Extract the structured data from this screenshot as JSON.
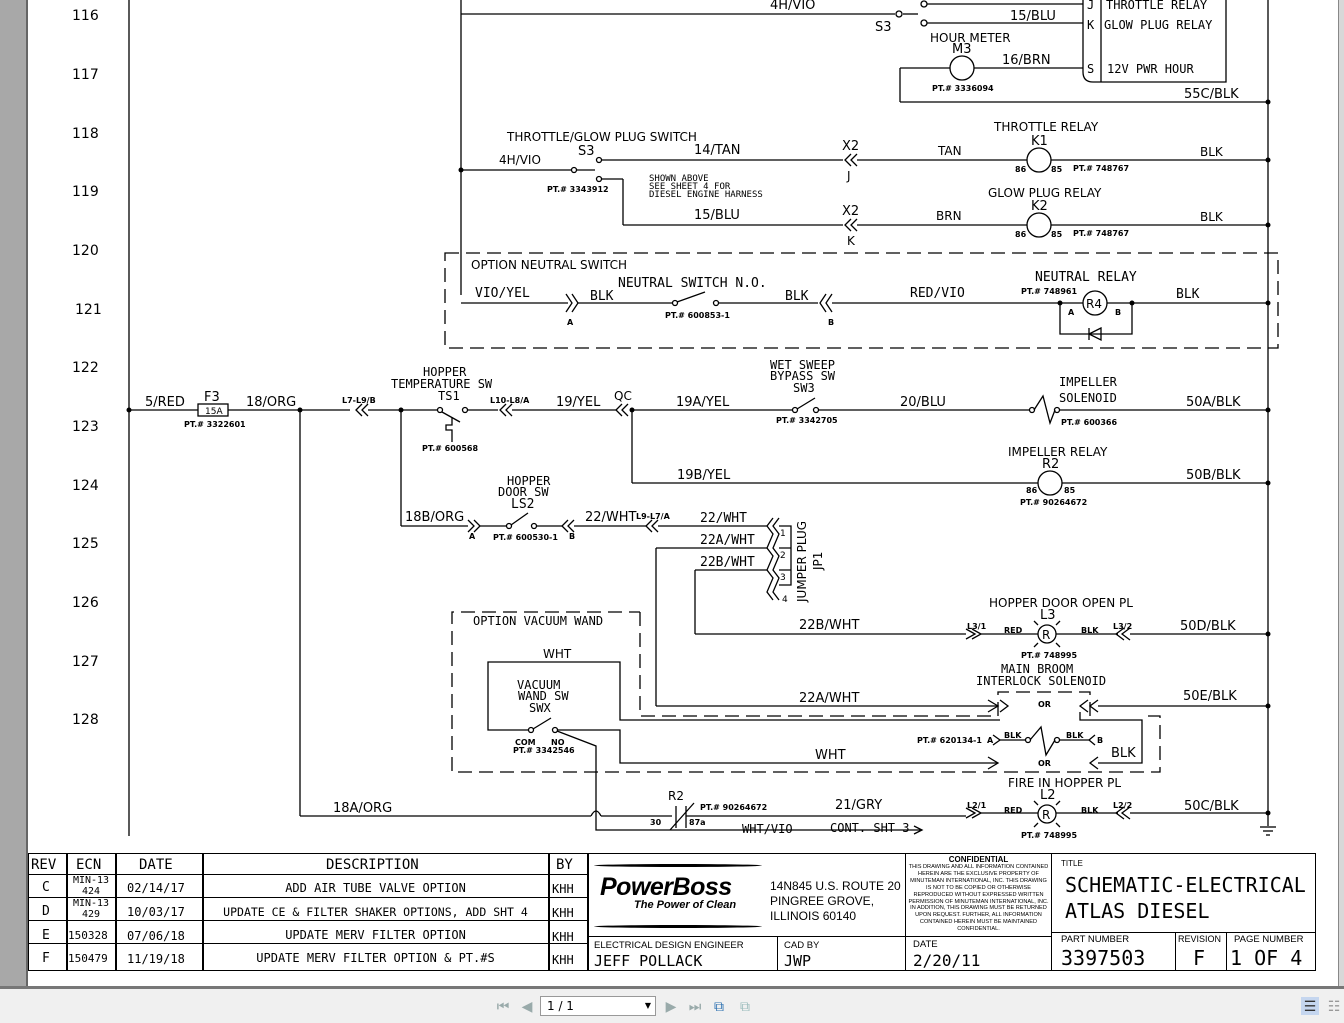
{
  "rows": [
    "116",
    "117",
    "118",
    "119",
    "120",
    "121",
    "122",
    "123",
    "124",
    "125",
    "126",
    "127",
    "128"
  ],
  "top": {
    "wire_4h_vio": "4H/VIO",
    "s3_label": "S3",
    "wire_15_blu": "15/BLU",
    "hour_meter": "HOUR METER",
    "m3": "M3",
    "wire_16_brn": "16/BRN",
    "m3_pt": "PT.# 3336094",
    "wire_55c_blk": "55C/BLK",
    "conn_pins": [
      {
        "pin": "J",
        "label": "THROTTLE RELAY"
      },
      {
        "pin": "K",
        "label": "GLOW PLUG RELAY"
      },
      {
        "pin": "S",
        "label": "12V PWR HOUR"
      }
    ]
  },
  "throttle": {
    "switch_title": "THROTTLE/GLOW PLUG SWITCH",
    "s3": "S3",
    "wire_in": "4H/VIO",
    "pt": "PT.# 3343912",
    "wire_14": "14/TAN",
    "wire_15": "15/BLU",
    "note": [
      "SHOWN ABOVE",
      "SEE SHEET 4 FOR",
      "DIESEL ENGINE HARNESS"
    ],
    "x2": "X2",
    "pin_j": "J",
    "pin_k": "K",
    "k1_title": "THROTTLE RELAY",
    "k1": "K1",
    "tan": "TAN",
    "brn": "BRN",
    "k2_title": "GLOW PLUG RELAY",
    "k2": "K2",
    "pin86": "86",
    "pin85": "85",
    "k_pt": "PT.# 748767",
    "blk": "BLK"
  },
  "neutral": {
    "box_title": "OPTION NEUTRAL SWITCH",
    "vio_yel": "VIO/YEL",
    "blk": "BLK",
    "switch": "NEUTRAL SWITCH N.O.",
    "pt": "PT.# 600853-1",
    "a": "A",
    "b": "B",
    "red_vio": "RED/VIO",
    "relay": "NEUTRAL RELAY",
    "relay_pt": "PT.# 748961",
    "r4": "R4"
  },
  "hopper": {
    "wire_5red": "5/RED",
    "f3": "F3",
    "fuse_rating": "15A",
    "fuse_pt": "PT.# 3322601",
    "wire_18org": "18/ORG",
    "l7l9b": "L7-L9/B",
    "ts_title": [
      "HOPPER",
      "TEMPERATURE SW"
    ],
    "ts1": "TS1",
    "ts_pt": "PT.# 600568",
    "l10l8a": "L10-L8/A",
    "wire_19yel": "19/YEL",
    "qc": "QC",
    "wire_19a": "19A/YEL",
    "sw3_title": [
      "WET SWEEP",
      "BYPASS SW"
    ],
    "sw3": "SW3",
    "sw3_pt": "PT.# 3342705",
    "wire_20blu": "20/BLU",
    "imp_sol": [
      "IMPELLER",
      "SOLENOID"
    ],
    "imp_sol_pt": "PT.# 600366",
    "wire_50a": "50A/BLK",
    "wire_19b": "19B/YEL",
    "imp_relay": "IMPELLER RELAY",
    "r2": "R2",
    "r2_pt": "PT.# 90264672",
    "wire_50b": "50B/BLK"
  },
  "door": {
    "wire_18b": "18B/ORG",
    "ls2_title": [
      "HOPPER",
      "DOOR SW"
    ],
    "ls2": "LS2",
    "ls2_pt": "PT.# 600530-1",
    "a": "A",
    "b": "B",
    "wire_22": "22/WHT",
    "l9l7a": "L9-L7/A",
    "jp_22": "22/WHT",
    "jp_22a": "22A/WHT",
    "jp_22b": "22B/WHT",
    "jp_pins": [
      "1",
      "2",
      "3",
      "4"
    ],
    "jumper": "JUMPER PLUG",
    "jp1": "JP1"
  },
  "lower": {
    "vac_title": "OPTION VACUUM WAND",
    "wht": "WHT",
    "vac_sw": [
      "VACUUM",
      "WAND SW",
      "SWX"
    ],
    "com": "COM",
    "no": "NO",
    "vac_pt": "PT.# 3342546",
    "wire_22b": "22B/WHT",
    "wire_22a": "22A/WHT",
    "wire_wht": "WHT",
    "l3_title": "HOPPER DOOR OPEN PL",
    "l3": "L3",
    "l3_1": "L3/1",
    "l3_2": "L3/2",
    "red": "RED",
    "blk": "BLK",
    "lamp_r": "R",
    "lamp_pt": "PT.# 748995",
    "wire_50d": "50D/BLK",
    "mb_title": [
      "MAIN BROOM",
      "INTERLOCK SOLENOID"
    ],
    "or": "OR",
    "mb_pt": "PT.# 620134-1",
    "a": "A",
    "b": "B",
    "wire_50e": "50E/BLK",
    "big_blk": "BLK",
    "l2_title": "FIRE IN HOPPER PL",
    "l2": "L2",
    "l2_1": "L2/1",
    "l2_2": "L2/2",
    "wire_50c": "50C/BLK",
    "wire_18a": "18A/ORG",
    "r2": "R2",
    "r2_pt": "PT.# 90264672",
    "p30": "30",
    "p87a": "87a",
    "wire_21gry": "21/GRY",
    "wht_vio": "WHT/VIO",
    "cont": "CONT. SHT 3"
  },
  "title_block": {
    "rev_headers": [
      "REV",
      "ECN",
      "DATE",
      "DESCRIPTION",
      "BY"
    ],
    "revisions": [
      {
        "rev": "C",
        "ecn": "MIN-13 424",
        "date": "02/14/17",
        "desc": "ADD AIR TUBE VALVE OPTION",
        "by": "KHH"
      },
      {
        "rev": "D",
        "ecn": "MIN-13 429",
        "date": "10/03/17",
        "desc": "UPDATE CE & FILTER SHAKER OPTIONS, ADD SHT 4",
        "by": "KHH"
      },
      {
        "rev": "E",
        "ecn": "150328",
        "date": "07/06/18",
        "desc": "UPDATE MERV FILTER OPTION",
        "by": "KHH"
      },
      {
        "rev": "F",
        "ecn": "150479",
        "date": "11/19/18",
        "desc": "UPDATE MERV FILTER OPTION & PT.#S",
        "by": "KHH"
      }
    ],
    "brand": "PowerBoss",
    "tagline": "The Power of Clean",
    "address": [
      "14N845 U.S. ROUTE 20",
      "PINGREE GROVE,",
      "ILLINOIS 60140"
    ],
    "confidential_title": "CONFIDENTIAL",
    "confidential_text": "THIS DRAWING AND ALL INFORMATION CONTAINED HEREIN ARE THE EXCLUSIVE PROPERTY OF MINUTEMAN INTERNATIONAL, INC. THIS DRAWING IS NOT TO BE COPIED OR OTHERWISE REPRODUCED WITHOUT EXPRESSED WRITTEN PERMISSION OF MINUTEMAN INTERNATIONAL, INC. IN ADDITION, THIS DRAWING MUST BE RETURNED UPON REQUEST. FURTHER, ALL INFORMATION CONTAINED HEREIN MUST BE MAINTAINED CONFIDENTIAL.",
    "engineer_label": "ELECTRICAL DESIGN ENGINEER",
    "engineer": "JEFF POLLACK",
    "cad_label": "CAD BY",
    "cad": "JWP",
    "date_label": "DATE",
    "date": "2/20/11",
    "title_label": "TITLE",
    "title_1": "SCHEMATIC-ELECTRICAL",
    "title_2": "ATLAS DIESEL",
    "part_label": "PART NUMBER",
    "part": "3397503",
    "revision_label": "REVISION",
    "revision": "F",
    "page_label": "PAGE NUMBER",
    "page": "1 OF 4"
  },
  "toolbar": {
    "page_value": "1 / 1"
  }
}
